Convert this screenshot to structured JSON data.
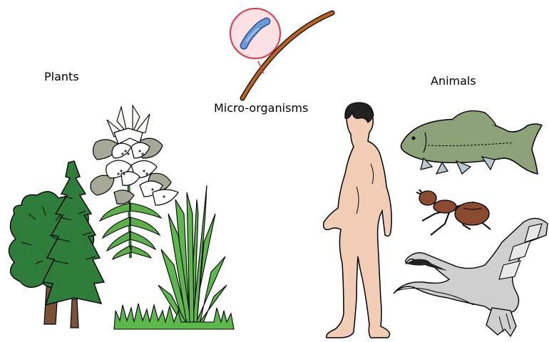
{
  "labels": {
    "plants": "Plants",
    "micro_organisms": "Micro-organisms",
    "animals": "Animals"
  },
  "icons": {
    "plants": [
      "deciduous-tree-icon",
      "conifer-tree-icon",
      "lily-icon",
      "grass-clump-icon",
      "grass-strip-icon"
    ],
    "micro_organisms": [
      "hair-strand-icon",
      "magnifier-circle-icon",
      "bacterium-icon"
    ],
    "animals": [
      "human-icon",
      "fish-icon",
      "ant-icon",
      "goose-icon"
    ]
  },
  "colors": {
    "tree_green": "#2f7d3a",
    "grass_green": "#5cb84a",
    "trunk_brown": "#7a5236",
    "hair_brown": "#b8641e",
    "magnifier_fill": "#fbe1e3",
    "magnifier_ring": "#d33a4a",
    "bacterium_blue": "#6a9bd8",
    "skin": "#f2cdb6",
    "fish": "#8ea27a",
    "ant": "#8a4a30",
    "goose_grey": "#cfcfcf"
  }
}
